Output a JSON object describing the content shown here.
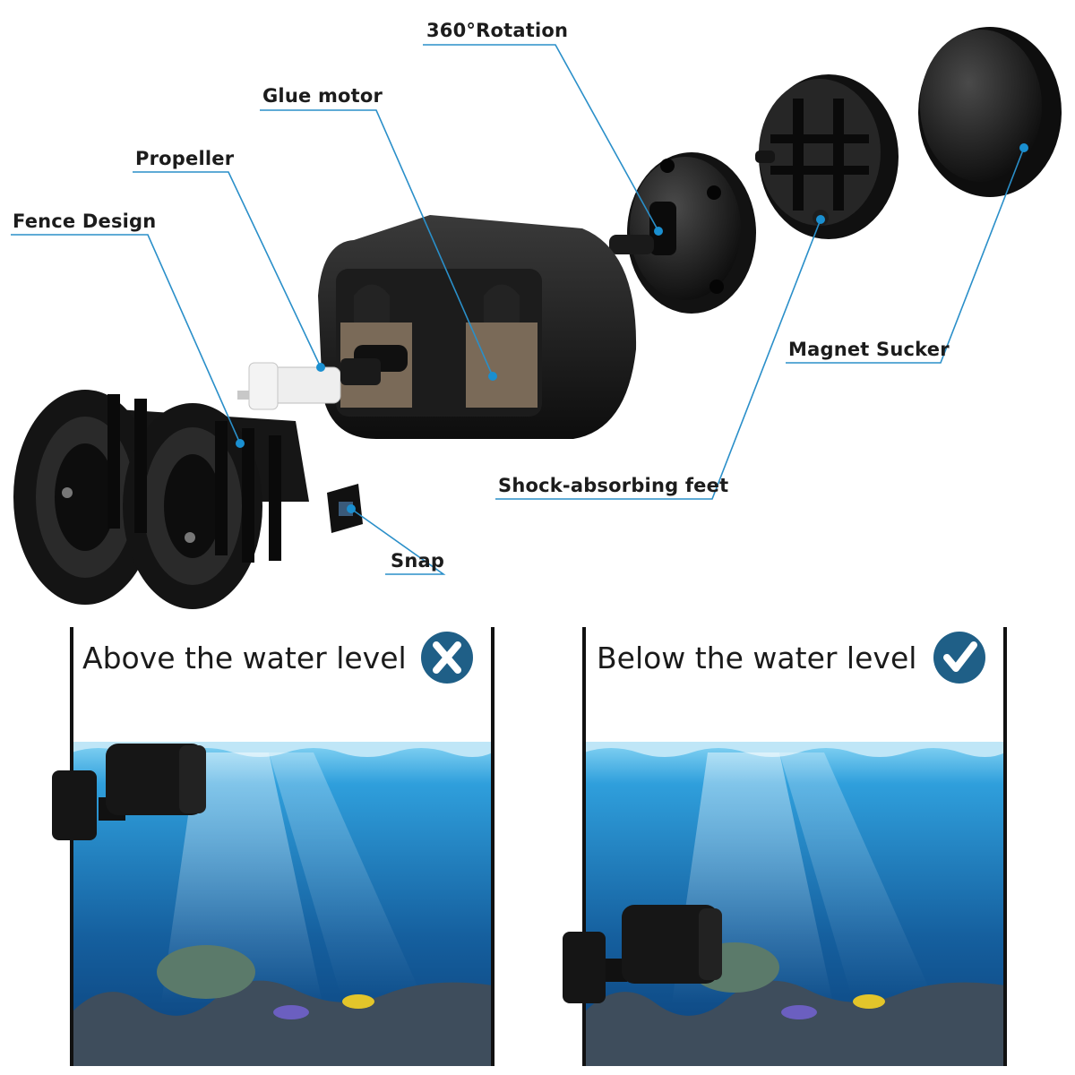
{
  "labels": {
    "rotation": "360°Rotation",
    "glue_motor": "Glue motor",
    "propeller": "Propeller",
    "fence_design": "Fence Design",
    "magnet_sucker": "Magnet Sucker",
    "shock_feet": "Shock-absorbing feet",
    "snap": "Snap"
  },
  "panels": {
    "above": {
      "caption": "Above the water level",
      "status": "wrong",
      "icon": "x-mark-icon"
    },
    "below": {
      "caption": "Below the water level",
      "status": "correct",
      "icon": "check-mark-icon"
    }
  },
  "colors": {
    "callout_line": "#2a8fc9",
    "badge": "#1f5f87",
    "water_top": "#2f9fdc",
    "water_bottom": "#0b3f78",
    "pump": "#161616"
  }
}
